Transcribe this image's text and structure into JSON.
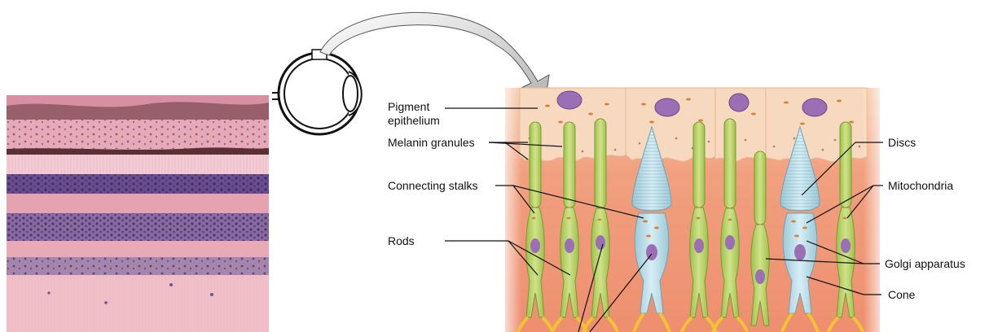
{
  "labels": {
    "pigment_epithelium_line1": "Pigment",
    "pigment_epithelium_line2": "epithelium",
    "melanin_granules": "Melanin granules",
    "connecting_stalks": "Connecting stalks",
    "rods": "Rods",
    "discs": "Discs",
    "mitochondria": "Mitochondria",
    "golgi_apparatus": "Golgi apparatus",
    "cone": "Cone"
  },
  "colors": {
    "epithelium": "#f7d9bf",
    "retina_tissue": "#f1a07f",
    "rod_fill": "#b9d46a",
    "rod_outline": "#7a9a2e",
    "cone_fill": "#b7dbe6",
    "nucleus": "#9b6fb3",
    "granule": "#d4843a",
    "synapse": "#f1c232",
    "micrograph_pink": "#e7a9b5",
    "micrograph_purple": "#3b2d6b"
  },
  "icons": [
    "eye-icon",
    "curved-arrow-icon"
  ]
}
